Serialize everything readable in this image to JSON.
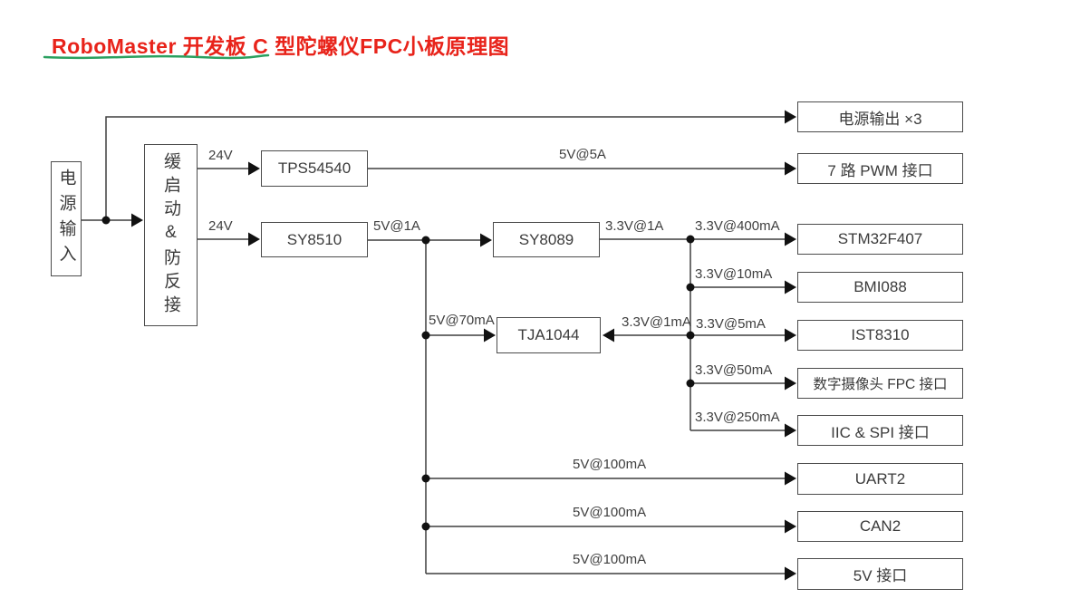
{
  "title": "RoboMaster 开发板 C 型陀螺仪FPC小板原理图",
  "blocks": {
    "power_input": "电源输入",
    "soft_start": "缓启动&防反接",
    "tps54540": "TPS54540",
    "sy8510": "SY8510",
    "sy8089": "SY8089",
    "tja1044": "TJA1044",
    "power_output": "电源输出 ×3",
    "pwm": "7 路 PWM 接口",
    "stm32f407": "STM32F407",
    "bmi088": "BMI088",
    "ist8310": "IST8310",
    "camera_fpc": "数字摄像头 FPC 接口",
    "iic_spi": "IIC & SPI 接口",
    "uart2": "UART2",
    "can2": "CAN2",
    "v5_port": "5V 接口"
  },
  "wire_labels": {
    "tps_in": "24V",
    "tps_out": "5V@5A",
    "sy8510_in": "24V",
    "sy8510_out": "5V@1A",
    "sy8089_out": "3.3V@1A",
    "stm32": "3.3V@400mA",
    "bmi088": "3.3V@10mA",
    "tja_in_5v": "5V@70mA",
    "tja_in_3v3": "3.3V@1mA",
    "ist8310": "3.3V@5mA",
    "camera": "3.3V@50mA",
    "iic_spi": "3.3V@250mA",
    "uart2": "5V@100mA",
    "can2": "5V@100mA",
    "v5_port": "5V@100mA"
  },
  "colors": {
    "title": "#e8231a",
    "title_underline": "#2aa05f",
    "wire": "#3f3f3f",
    "box_border": "#4b4b4b",
    "text": "#3b3b3b",
    "background": "#ffffff"
  }
}
